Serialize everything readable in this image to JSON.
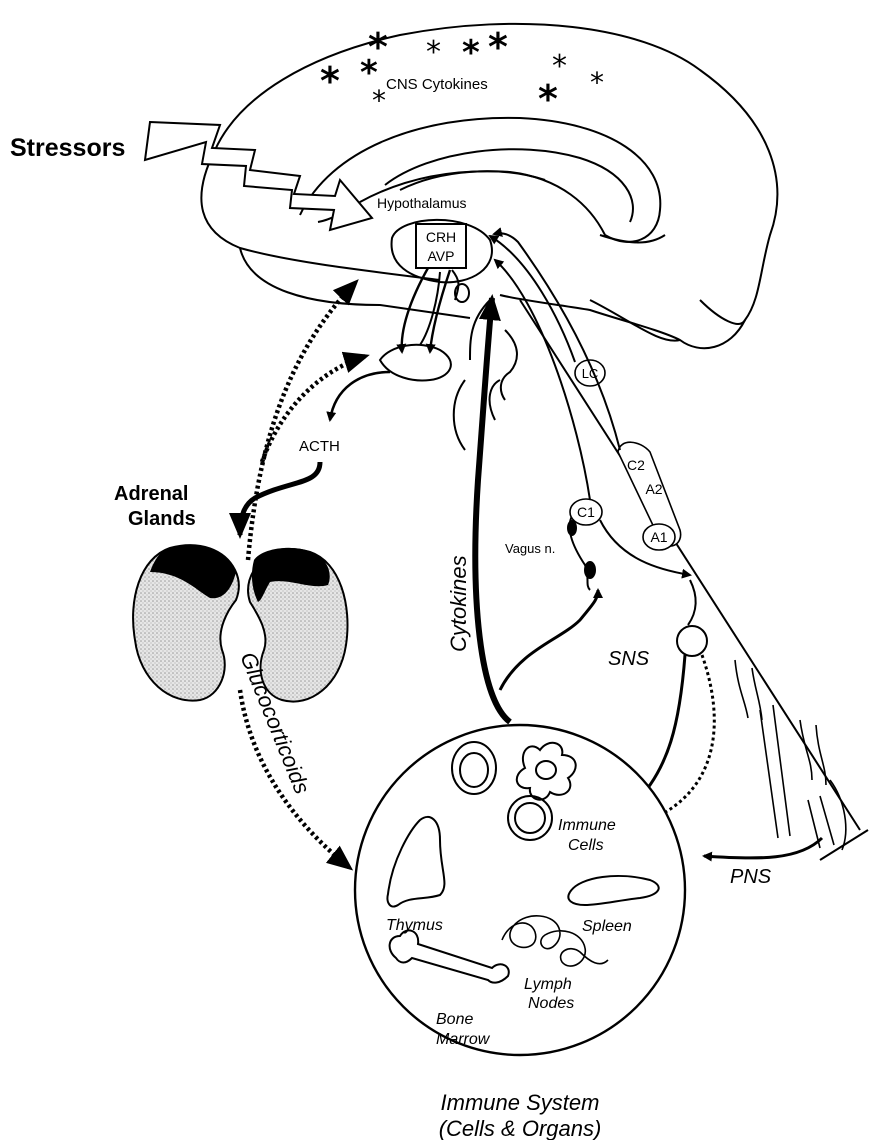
{
  "labels": {
    "cns_cytokines": "CNS Cytokines",
    "stressors": "Stressors",
    "hypothalamus": "Hypothalamus",
    "crh": "CRH",
    "avp": "AVP",
    "lc": "LC",
    "c2": "C2",
    "a2": "A2",
    "c1": "C1",
    "a1": "A1",
    "acth": "ACTH",
    "adrenal_line1": "Adrenal",
    "adrenal_line2": "Glands",
    "cytokines": "Cytokines",
    "vagus": "Vagus n.",
    "glucocorticoids": "Glucocorticoids",
    "sns": "SNS",
    "pns": "PNS",
    "immune_cells_line1": "Immune",
    "immune_cells_line2": "Cells",
    "thymus": "Thymus",
    "spleen": "Spleen",
    "lymph_line1": "Lymph",
    "lymph_line2": "Nodes",
    "bone_line1": "Bone",
    "bone_line2": "Marrow",
    "system_line1": "Immune System",
    "system_line2": "(Cells & Organs)"
  },
  "colors": {
    "ink": "#000000",
    "stipple": "#d9d9d9",
    "background": "#ffffff"
  }
}
